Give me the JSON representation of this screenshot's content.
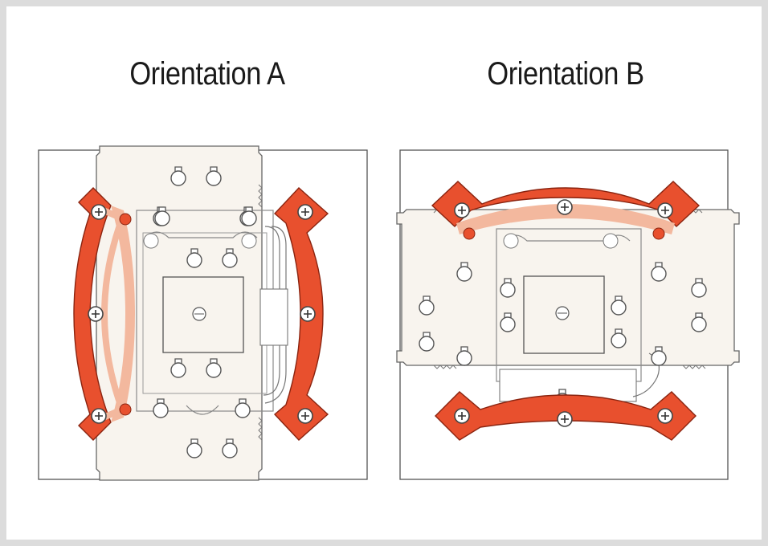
{
  "diagrams": [
    {
      "id": "a",
      "title": "Orientation A"
    },
    {
      "id": "b",
      "title": "Orientation B"
    }
  ],
  "colors": {
    "background": "#dcdcdc",
    "panel": "#ffffff",
    "bracket": "#e8502e",
    "bracket_edge": "#8a2410",
    "bracket_ghost": "#f3b89e",
    "plate": "#f8f4ee",
    "line": "#6f6f6f"
  },
  "icons": [
    "screw-icon",
    "thumbscrew-icon"
  ]
}
